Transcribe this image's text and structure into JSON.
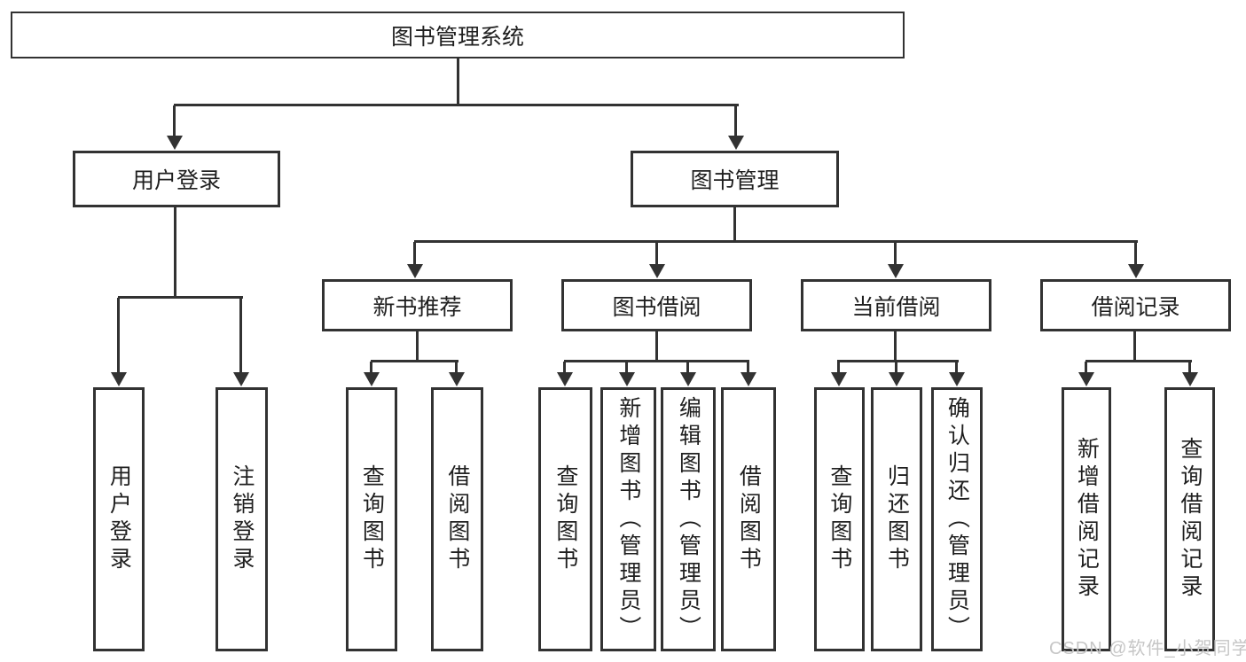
{
  "diagram": {
    "type": "tree-diagram",
    "colors": {
      "line": "#323232",
      "box_border": "#323232",
      "box_fill": "#ffffff",
      "text": "#1f1f1f",
      "watermark_text": "#c6c6c6",
      "background": "#ffffff"
    },
    "root": {
      "label": "图书管理系统"
    },
    "branches": [
      {
        "label": "用户登录",
        "children": [
          {
            "label": "用户登录"
          },
          {
            "label": "注销登录"
          }
        ]
      },
      {
        "label": "图书管理",
        "children": [
          {
            "label": "新书推荐",
            "children": [
              {
                "label": "查询图书"
              },
              {
                "label": "借阅图书"
              }
            ]
          },
          {
            "label": "图书借阅",
            "children": [
              {
                "label": "查询图书"
              },
              {
                "label": "新增图书（管理员）"
              },
              {
                "label": "编辑图书（管理员）"
              },
              {
                "label": "借阅图书"
              }
            ]
          },
          {
            "label": "当前借阅",
            "children": [
              {
                "label": "查询图书"
              },
              {
                "label": "归还图书"
              },
              {
                "label": "确认归还（管理员）"
              }
            ]
          },
          {
            "label": "借阅记录",
            "children": [
              {
                "label": "新增借阅记录"
              },
              {
                "label": "查询借阅记录"
              }
            ]
          }
        ]
      }
    ],
    "watermark": "CSDN @软件_小贺同学"
  }
}
